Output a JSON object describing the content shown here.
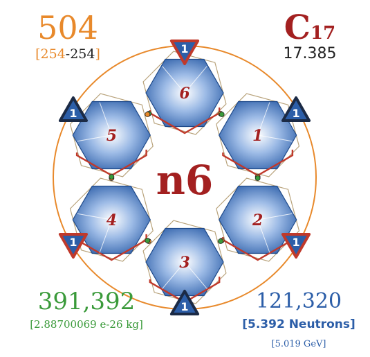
{
  "center_label": "n6",
  "top_left": {
    "value": "504",
    "range_open": "[",
    "range_a": "254",
    "range_sep": "-",
    "range_b": "254",
    "range_close": "]"
  },
  "top_right": {
    "symbol": "C",
    "subscript": "17",
    "value": "17.385"
  },
  "bottom_left": {
    "value": "391,392",
    "mass": "[2.88700069 e-26 kg]"
  },
  "bottom_right": {
    "value": "121,320",
    "neutrons": "[5.392 Neutrons]",
    "energy": "[5.019 GeV]"
  },
  "hexagons": [
    {
      "number": "6",
      "triangle_label": "1",
      "triangle_style": "blue"
    },
    {
      "number": "1",
      "triangle_label": "1",
      "triangle_style": "dark"
    },
    {
      "number": "2",
      "triangle_label": "1",
      "triangle_style": "red"
    },
    {
      "number": "3",
      "triangle_label": "1",
      "triangle_style": "dark"
    },
    {
      "number": "4",
      "triangle_label": "1",
      "triangle_style": "red"
    },
    {
      "number": "5",
      "triangle_label": "1",
      "triangle_style": "dark"
    }
  ],
  "colors": {
    "orange": "#e8892b",
    "red": "#c0392b",
    "dark_red": "#a32020",
    "blue": "#2c5ea8",
    "blue_light": "#6a96d8",
    "green": "#3a9a3a",
    "text_dark": "#222222",
    "navy": "#1b2a45"
  }
}
